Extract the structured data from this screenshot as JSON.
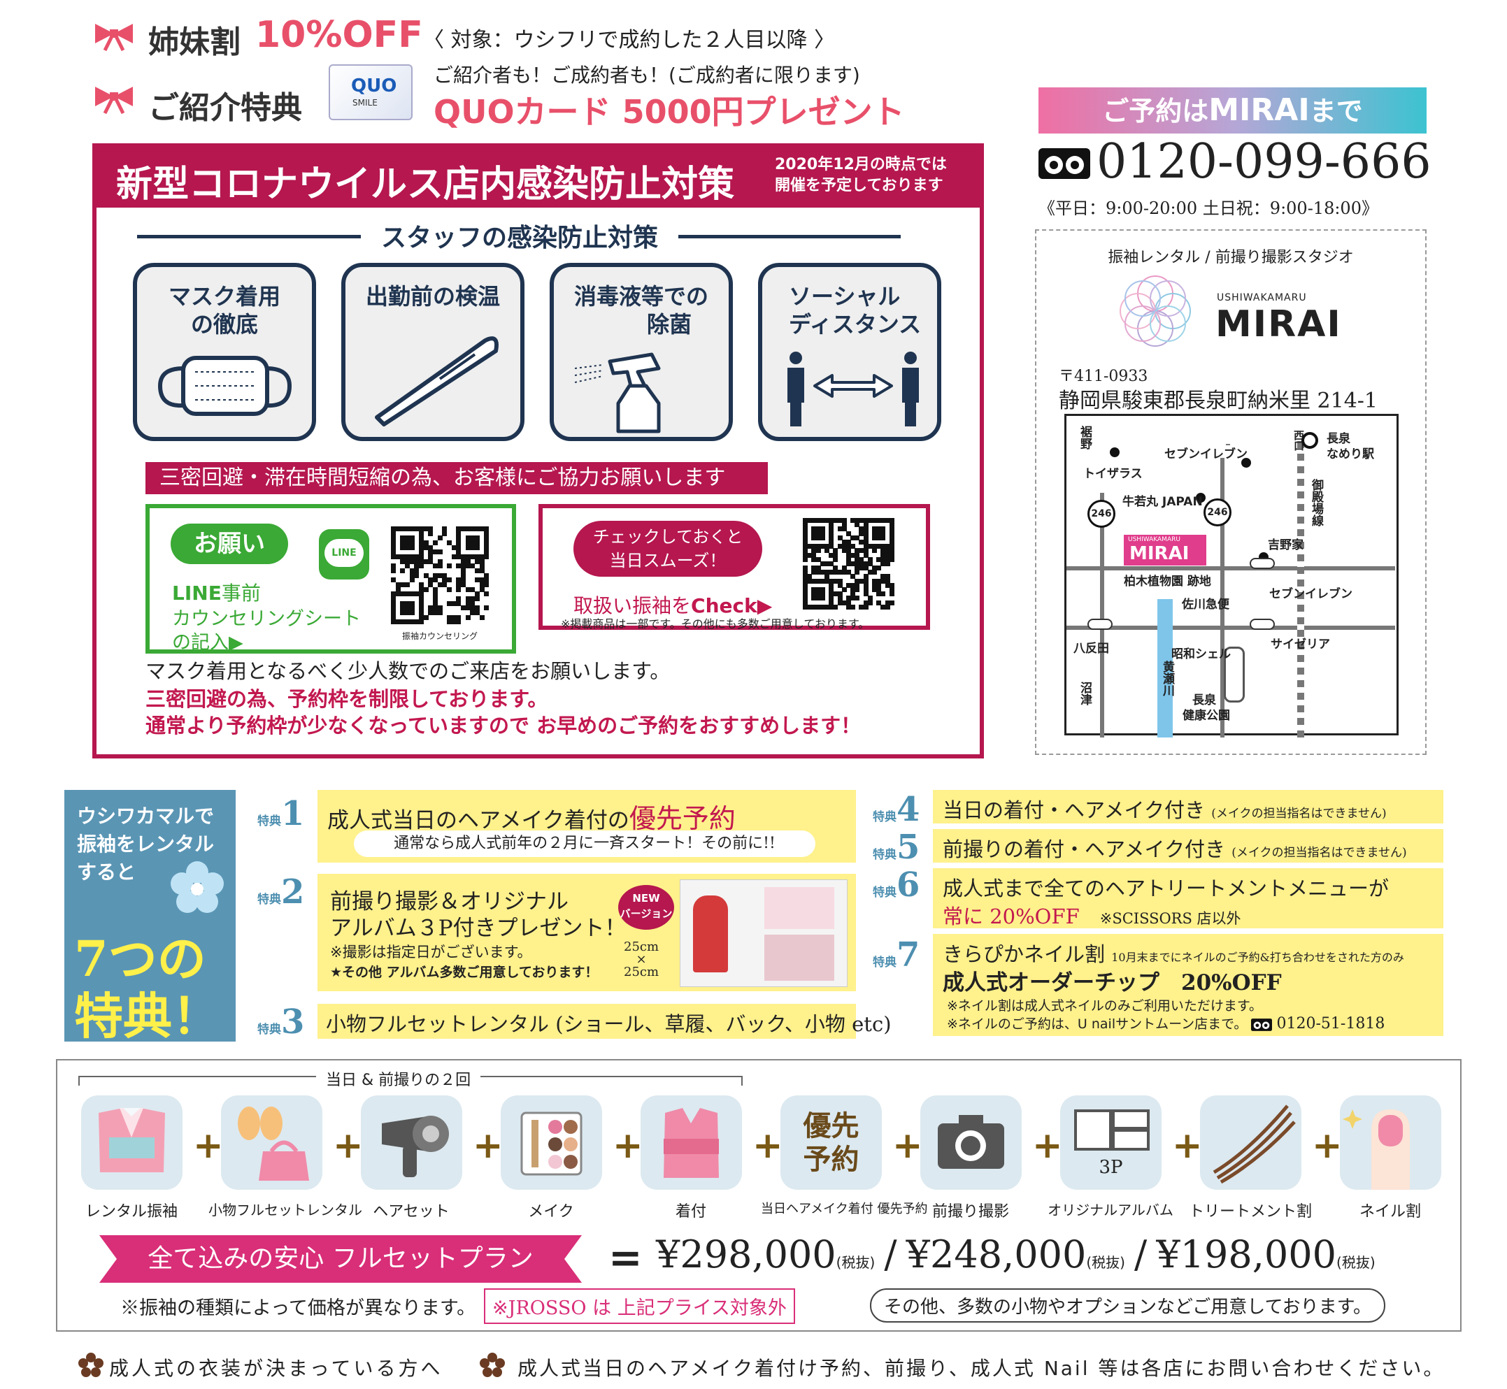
{
  "promos": {
    "sibling": {
      "label": "姉妹割",
      "discount": "10%OFF",
      "note": "〈 対象：ウシフリで成約した２人目以降 〉"
    },
    "referral": {
      "label": "ご紹介特典",
      "note": "ご紹介者も！ご成約者も！(ご成約者に限ります)",
      "gift": "QUOカード 5000円プレゼント",
      "card_text": "QUO",
      "card_sub": "SMILE"
    }
  },
  "covid": {
    "title": "新型コロナウイルス店内感染防止対策",
    "date_note_1": "2020年12月の時点では",
    "date_note_2": "開催を予定しております",
    "staff_heading": "スタッフの感染防止対策",
    "cards": [
      {
        "line1": "マスク着用",
        "line2": "の徹底"
      },
      {
        "line1": "出勤前の検温",
        "line2": ""
      },
      {
        "line1": "消毒液等での",
        "line2": "除菌"
      },
      {
        "line1": "ソーシャル",
        "line2": "ディスタンス"
      }
    ],
    "request_band": "三密回避・滞在時間短縮の為、お客様にご協力お願いします",
    "line_box": {
      "bubble": "お願い",
      "line_logo": "LINE",
      "t1a": "LINE",
      "t1b": "事前",
      "t2": "カウンセリングシート",
      "t3": "の記入▶",
      "qr_caption": "振袖カウンセリング"
    },
    "check_box": {
      "bubble1": "チェックしておくと",
      "bubble2": "当日スムーズ！",
      "link_a": "取扱い振袖を",
      "link_b": "Check",
      "arrow": "▶",
      "note": "※掲載商品は一部です。その他にも多数ご用意しております。"
    },
    "footer1": "マスク着用となるべく少人数でのご来店をお願いします。",
    "footer2": "三密回避の為、予約枠を制限しております。",
    "footer3": "通常より予約枠が少なくなっていますので お早めのご予約をおすすめします！"
  },
  "reservation": {
    "band_a": "ご予約は",
    "band_brand": "MIRAI",
    "band_b": "まで",
    "phone": "0120-099-666",
    "hours": "《平日：9:00-20:00  土日祝：9:00-18:00》"
  },
  "studio": {
    "tagline": "振袖レンタル / 前撮り撮影スタジオ",
    "brand_small": "USHIWAKAMARU",
    "brand": "MIRAI",
    "zip": "〒411-0933",
    "address": "静岡県駿東郡長泉町納米里 214-1",
    "map": {
      "labels": [
        "裾野",
        "トイザラス",
        "セブンイレブン",
        "西口",
        "長泉",
        "なめり駅",
        "牛若丸 JAPAN",
        "246",
        "246",
        "吉野家",
        "御殿場線",
        "柏木植物園 跡地",
        "セブンイレブン",
        "佐川急便",
        "八反田",
        "昭和シェル",
        "サイゼリア",
        "黄瀬川",
        "沼津",
        "長泉",
        "健康公園"
      ],
      "store_small": "USHIWAKAMARU",
      "store": "MIRAI"
    }
  },
  "benefits": {
    "side_line1": "ウシワカマルで",
    "side_line2": "振袖をレンタル",
    "side_line3": "すると",
    "side_big1": "7つの",
    "side_big2": "特典！",
    "prefix": "特典",
    "items": [
      {
        "num": "1",
        "text": "成人式当日のヘアメイク着付の",
        "highlight": "優先予約",
        "sub": "通常なら成人式前年の２月に一斉スタート！その前に!!"
      },
      {
        "num": "2",
        "text": "前撮り撮影＆オリジナル",
        "text2": "アルバム３P付きプレゼント！",
        "sub1": "※撮影は指定日がございます。",
        "sub2": "★その他 アルバム多数ご用意しております！",
        "badge1": "NEW",
        "badge2": "バージョン",
        "size1": "25cm",
        "size2": "×",
        "size3": "25cm"
      },
      {
        "num": "3",
        "text": "小物フルセットレンタル (ショール、草履、バック、小物 etc)"
      },
      {
        "num": "4",
        "text": "当日の着付・ヘアメイク付き",
        "note": "(メイクの担当指名はできません)"
      },
      {
        "num": "5",
        "text": "前撮りの着付・ヘアメイク付き",
        "note": "(メイクの担当指名はできません)"
      },
      {
        "num": "6",
        "text": "成人式まで全てのヘアトリートメントメニューが",
        "highlight": "常に 20%OFF",
        "note": "※SCISSORS 店以外"
      },
      {
        "num": "7",
        "text": "きらぴかネイル割",
        "note": "10月末までにネイルのご予約&打ち合わせをされた方のみ",
        "highlight": "成人式オーダーチップ　20%OFF",
        "sub1": "※ネイル割は成人式ネイルのみご利用いただけます。",
        "sub2": "※ネイルのご予約は、U nailサントムーン店まで。",
        "phone": "0120-51-1818"
      }
    ]
  },
  "plan": {
    "bracket_label": "当日 & 前撮りの２回",
    "items": [
      {
        "label": "レンタル振袖"
      },
      {
        "label": "小物フルセットレンタル"
      },
      {
        "label": "ヘアセット"
      },
      {
        "label": "メイク"
      },
      {
        "label": "着付"
      },
      {
        "label": "当日ヘアメイク着付 優先予約",
        "icon_text1": "優先",
        "icon_text2": "予約"
      },
      {
        "label": "前撮り撮影"
      },
      {
        "label": "オリジナルアルバム",
        "icon_text1": "3P"
      },
      {
        "label": "トリートメント割"
      },
      {
        "label": "ネイル割"
      }
    ],
    "plus": "+",
    "ribbon": "全て込みの安心 フルセットプラン",
    "equals": "=",
    "prices": [
      {
        "amount": "¥298,000",
        "tax": "(税抜)"
      },
      {
        "amount": "¥248,000",
        "tax": "(税抜)"
      },
      {
        "amount": "¥198,000",
        "tax": "(税抜)"
      }
    ],
    "slash": "/",
    "note1": "※振袖の種類によって価格が異なります。",
    "note2": "※JROSSO は 上記プライス対象外",
    "note3": "その他、多数の小物やオプションなどご用意しております。"
  },
  "footer": {
    "a": "成人式の衣装が決まっている方へ",
    "b": "成人式当日のヘアメイク着付け予約、前撮り、成人式 Nail 等は各店にお問い合わせください。"
  },
  "colors": {
    "crimson": "#b5174e",
    "pink": "#e8506a",
    "navy": "#1f3450",
    "green": "#3aa935",
    "yellow": "#fff18c",
    "blue": "#5a95b4"
  }
}
